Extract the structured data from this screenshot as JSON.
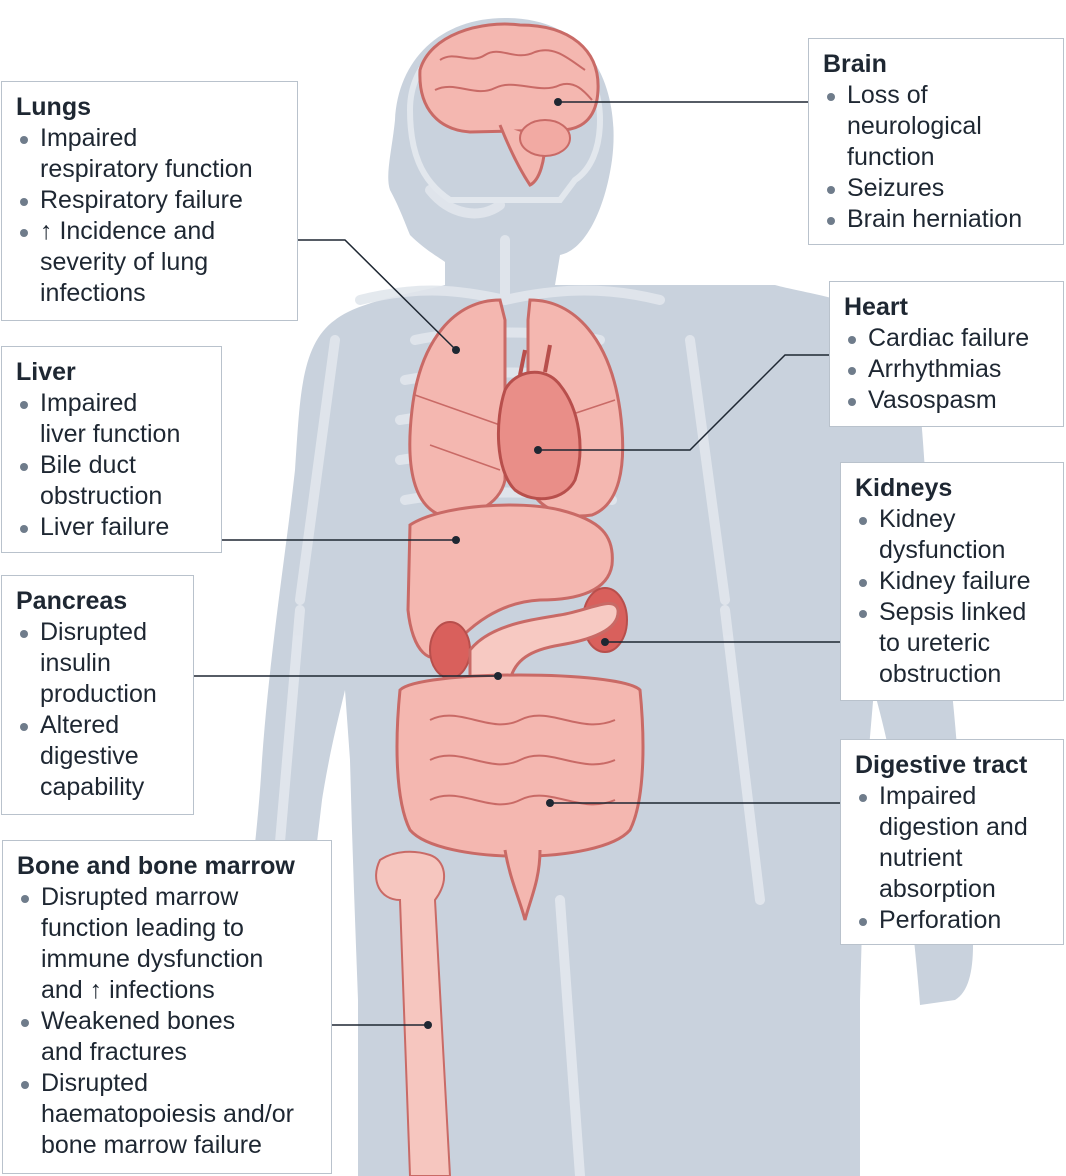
{
  "boxes": {
    "lungs": {
      "title": "Lungs",
      "items": [
        "Impaired\nrespiratory function",
        "Respiratory failure",
        "↑ Incidence and\nseverity of lung\ninfections"
      ]
    },
    "liver": {
      "title": "Liver",
      "items": [
        "Impaired\nliver function",
        "Bile duct\nobstruction",
        "Liver failure"
      ]
    },
    "pancreas": {
      "title": "Pancreas",
      "items": [
        "Disrupted\ninsulin\nproduction",
        "Altered\ndigestive\ncapability"
      ]
    },
    "bone": {
      "title": "Bone and bone marrow",
      "items": [
        "Disrupted marrow\nfunction leading to\nimmune dysfunction\nand ↑ infections",
        "Weakened bones\nand fractures",
        "Disrupted\nhaematopoiesis and/or\nbone marrow failure"
      ]
    },
    "brain": {
      "title": "Brain",
      "items": [
        "Loss of\nneurological\nfunction",
        "Seizures",
        "Brain herniation"
      ]
    },
    "heart": {
      "title": "Heart",
      "items": [
        "Cardiac failure",
        "Arrhythmias",
        "Vasospasm"
      ]
    },
    "kidneys": {
      "title": "Kidneys",
      "items": [
        "Kidney\ndysfunction",
        "Kidney failure",
        "Sepsis linked\nto ureteric\nobstruction"
      ]
    },
    "digestive": {
      "title": "Digestive tract",
      "items": [
        "Impaired\ndigestion and\nnutrient\nabsorption",
        "Perforation"
      ]
    }
  },
  "colors": {
    "body": "#c9d2dd",
    "skeleton": "#e2e7ed",
    "organ_fill": "#f4b7b0",
    "organ_stroke": "#c96a66",
    "dark_organ": "#d9605c",
    "bone": "#f6c6bf",
    "leader": "#1e2732",
    "box_border": "#b9c2cc"
  },
  "icons": [
    "brain-icon",
    "lungs-icon",
    "heart-icon",
    "liver-icon",
    "kidney-icon",
    "pancreas-icon",
    "intestine-icon",
    "femur-icon",
    "body-silhouette-icon"
  ]
}
